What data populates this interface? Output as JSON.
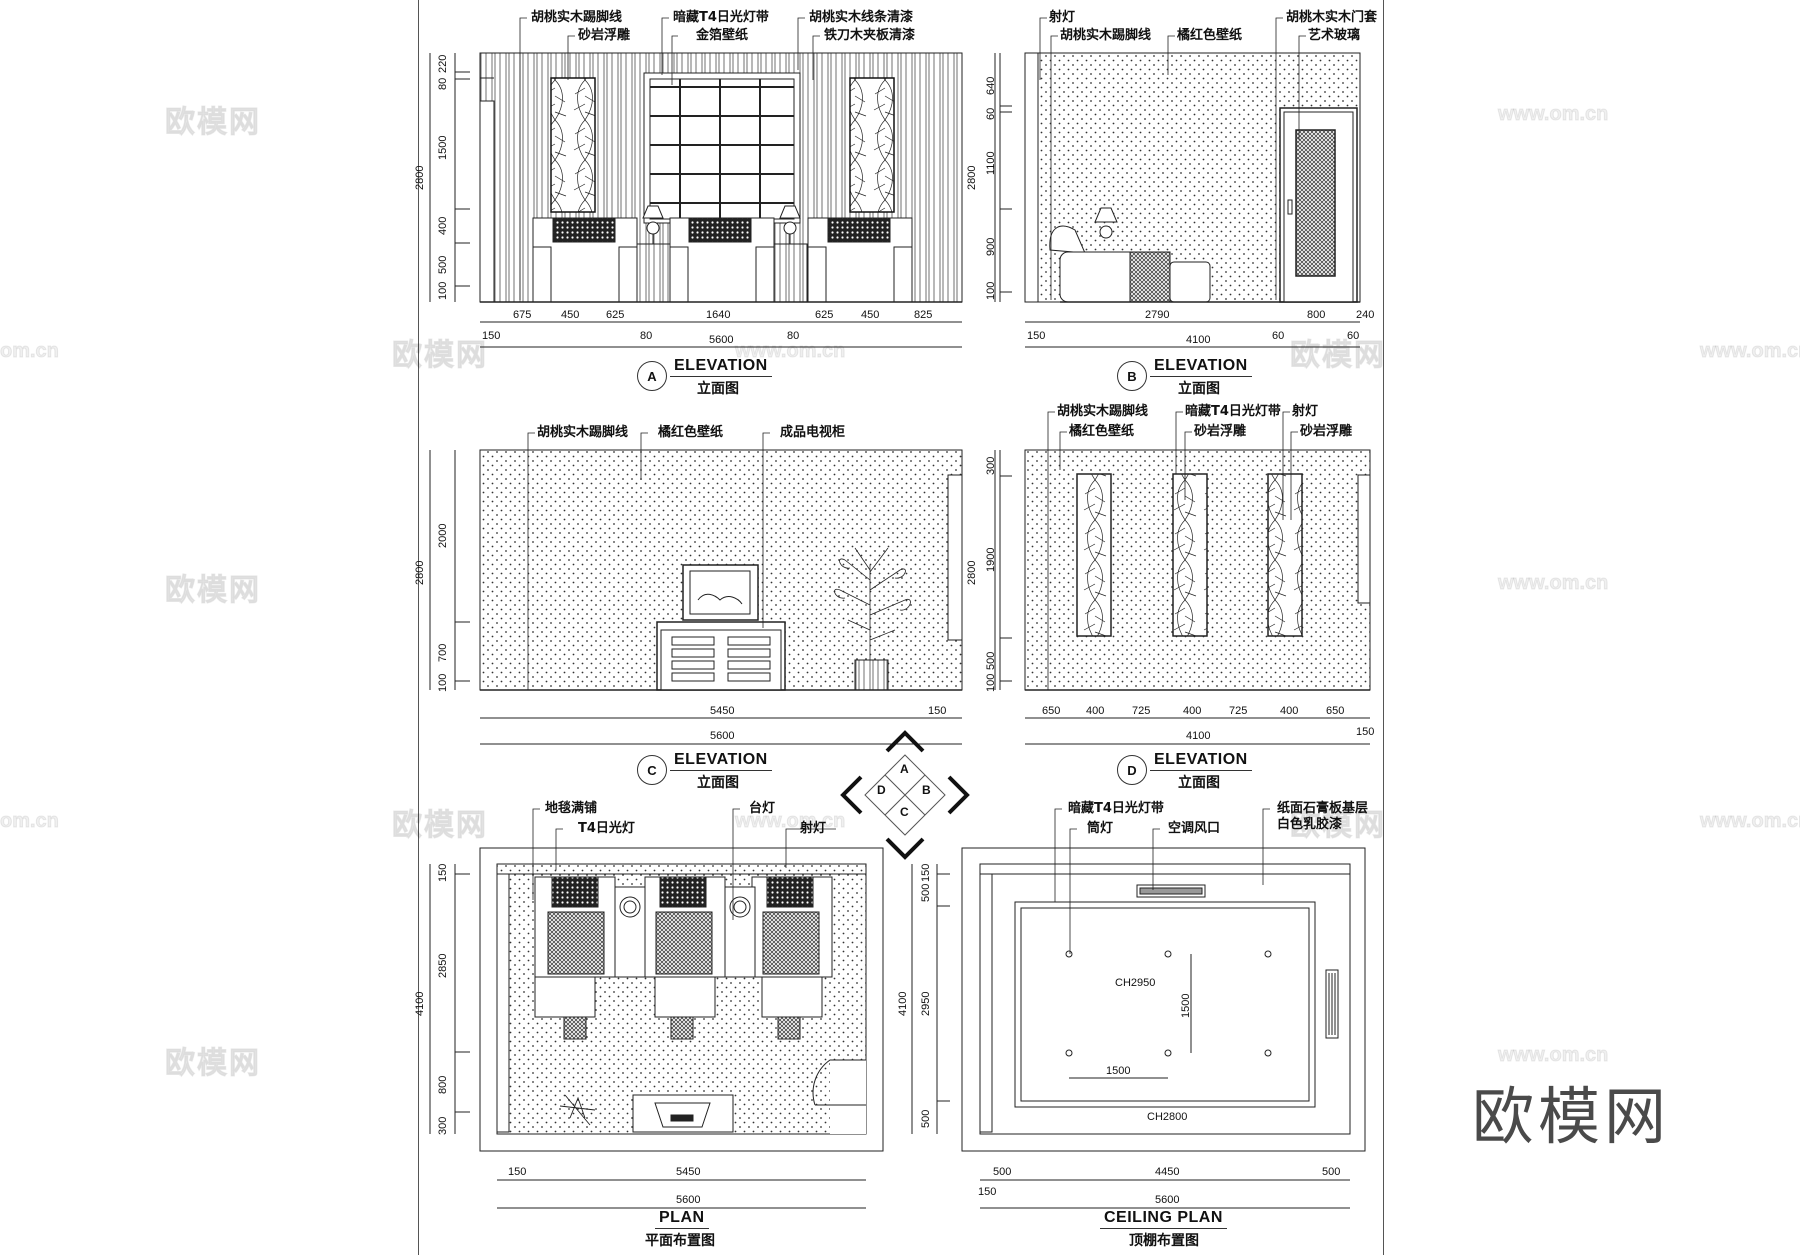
{
  "watermarks": {
    "brand": "欧模网",
    "url": "www.om.cn",
    "url_short": "om.cn"
  },
  "elevation_a": {
    "bubble": "A",
    "title_en": "ELEVATION",
    "title_cn": "立面图",
    "callouts": [
      "胡桃实木踢脚线",
      "砂岩浮雕",
      "暗藏T4日光灯带",
      "金箔壁纸",
      "胡桃实木线条清漆",
      "铁刀木夹板清漆"
    ],
    "dims_vertical": [
      "220",
      "80",
      "1500",
      "400",
      "500",
      "100"
    ],
    "overall_height": "2800",
    "dims_horizontal": [
      "675",
      "450",
      "625",
      "1640",
      "625",
      "450",
      "825"
    ],
    "dims_sub": [
      "150",
      "80",
      "80"
    ],
    "overall_width": "5600"
  },
  "elevation_b": {
    "bubble": "B",
    "title_en": "ELEVATION",
    "title_cn": "立面图",
    "callouts": [
      "射灯",
      "胡桃实木踢脚线",
      "橘红色壁纸",
      "胡桃木实木门套",
      "艺术玻璃"
    ],
    "dims_vertical": [
      "640",
      "60",
      "1100",
      "900",
      "100"
    ],
    "overall_height": "2800",
    "dims_horizontal": [
      "2790",
      "800",
      "240"
    ],
    "dims_sub": [
      "150",
      "60",
      "60"
    ],
    "overall_width": "4100"
  },
  "elevation_c": {
    "bubble": "C",
    "title_en": "ELEVATION",
    "title_cn": "立面图",
    "callouts": [
      "胡桃实木踢脚线",
      "橘红色壁纸",
      "成品电视柜"
    ],
    "dims_vertical": [
      "2000",
      "700",
      "100"
    ],
    "overall_height": "2800",
    "dims_horizontal": [
      "5450",
      "150"
    ],
    "overall_width": "5600"
  },
  "elevation_d": {
    "bubble": "D",
    "title_en": "ELEVATION",
    "title_cn": "立面图",
    "callouts": [
      "胡桃实木踢脚线",
      "橘红色壁纸",
      "暗藏T4日光灯带",
      "砂岩浮雕",
      "射灯",
      "砂岩浮雕"
    ],
    "dims_vertical": [
      "300",
      "1900",
      "500",
      "100"
    ],
    "overall_height": "2800",
    "dims_horizontal": [
      "650",
      "400",
      "725",
      "400",
      "725",
      "400",
      "650"
    ],
    "dims_sub": [
      "150"
    ],
    "overall_width": "4100"
  },
  "plan": {
    "title_en": "PLAN",
    "title_cn": "平面布置图",
    "callouts": [
      "地毯满铺",
      "T4日光灯",
      "台灯",
      "射灯"
    ],
    "dims_vertical": [
      "150",
      "2850",
      "800",
      "300"
    ],
    "overall_height": "4100",
    "dims_horizontal": [
      "150",
      "5450"
    ],
    "overall_width": "5600"
  },
  "ceiling_plan": {
    "title_en": "CEILING PLAN",
    "title_cn": "顶棚布置图",
    "callouts": [
      "暗藏T4日光灯带",
      "筒灯",
      "空调风口",
      "纸面石膏板基层",
      "白色乳胶漆"
    ],
    "ceiling_heights": [
      "CH2950",
      "CH2800"
    ],
    "spacing": [
      "1500",
      "1500"
    ],
    "dims_vertical": [
      "150",
      "500",
      "2950",
      "500"
    ],
    "overall_height": "4100",
    "dims_horizontal": [
      "500",
      "4450",
      "500"
    ],
    "dims_sub": [
      "150"
    ],
    "overall_width": "5600"
  },
  "key_plan": {
    "labels": [
      "A",
      "B",
      "C",
      "D"
    ]
  }
}
